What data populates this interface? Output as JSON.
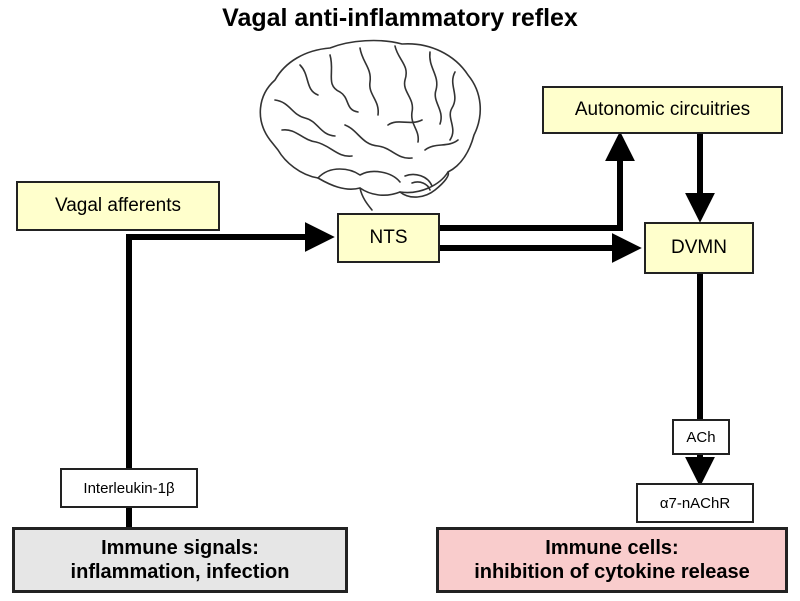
{
  "title": "Vagal anti-inflammatory reflex",
  "nodes": {
    "vagal_afferents": "Vagal afferents",
    "nts": "NTS",
    "autonomic_circuitries": "Autonomic circuitries",
    "dvmn": "DVMN",
    "interleukin": "Interleukin-1β",
    "ach": "ACh",
    "alpha7": "α7-nAChR",
    "immune_signals": {
      "line1": "Immune signals:",
      "line2": "inflammation, infection"
    },
    "immune_cells": {
      "line1": "Immune cells:",
      "line2": "inhibition of cytokine release"
    }
  },
  "colors": {
    "yellow_box": "#ffffcc",
    "grey_box": "#e6e6e6",
    "pink_box": "#f9cccc",
    "arrow": "#000000"
  },
  "icons": [
    "brain-icon"
  ]
}
